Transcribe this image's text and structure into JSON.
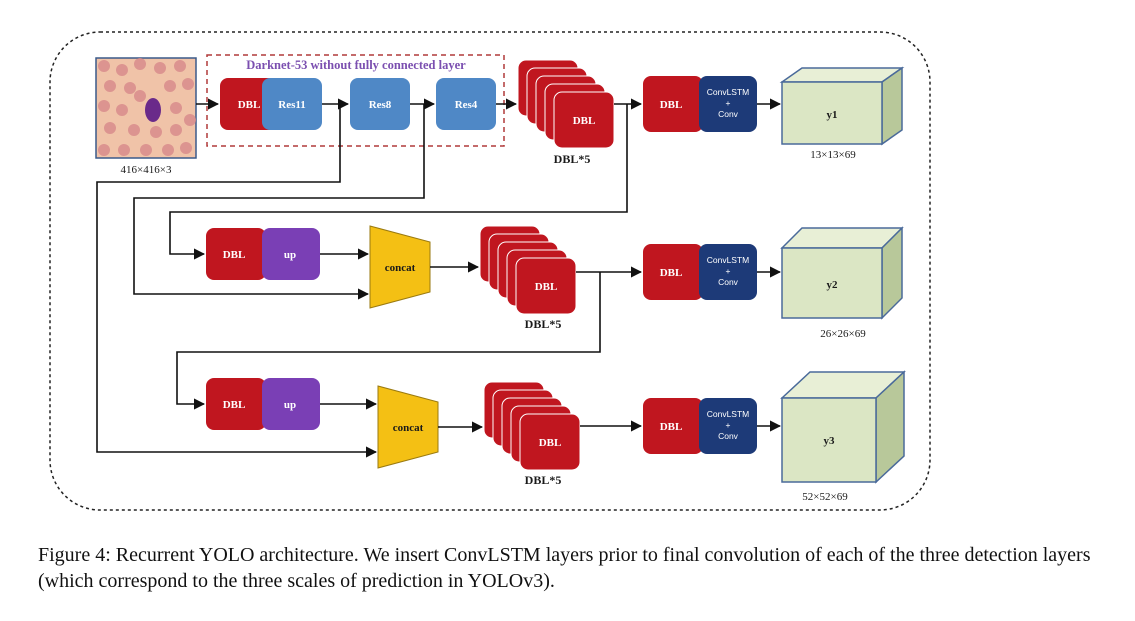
{
  "diagram": {
    "title": "Darknet-53 without fully connected layer",
    "input_label": "416×416×3",
    "backbone": [
      "DBL",
      "Res11",
      "Res8",
      "Res4"
    ],
    "dbl_label": "DBL",
    "dbl5_label": "DBL*5",
    "up_label": "up",
    "concat_label": "concat",
    "convlstm_lines": [
      "ConvLSTM",
      "+",
      "Conv"
    ],
    "outputs": [
      {
        "name": "y1",
        "dims": "13×13×69"
      },
      {
        "name": "y2",
        "dims": "26×26×69"
      },
      {
        "name": "y3",
        "dims": "52×52×69"
      }
    ]
  },
  "colors": {
    "dbl": "#c0161f",
    "res": "#4f88c6",
    "up": "#7a3fb5",
    "concat": "#f4c014",
    "convlstm": "#1d3a78",
    "cube": "#dbe6c4",
    "cube_edge": "#4a6a9a",
    "title": "#7b4fb0",
    "dashed_box": "#b03a3a",
    "input_image": "#f0c3a8",
    "cell": "#d98c8c"
  },
  "caption": "Figure 4: Recurrent YOLO architecture. We insert ConvLSTM layers prior to final convolution of each of the three detection layers (which correspond to the three scales of prediction in YOLOv3)."
}
